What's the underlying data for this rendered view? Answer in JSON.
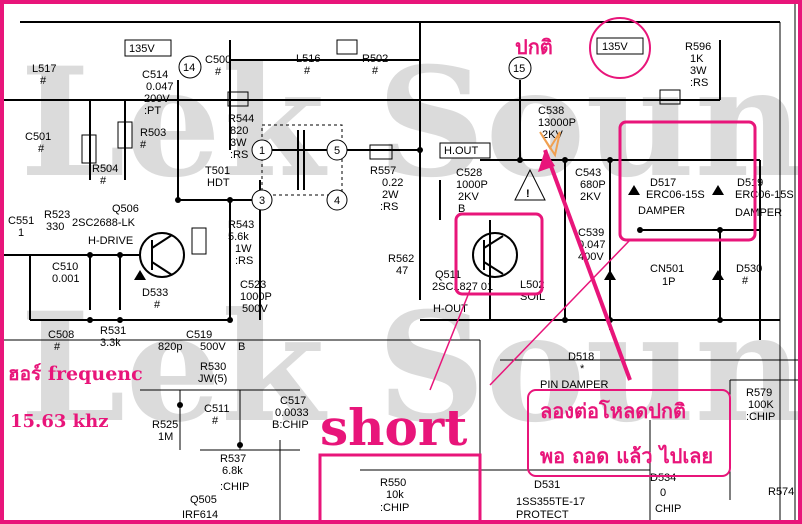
{
  "watermark": {
    "text": "Lek Sound"
  },
  "voltage_tags": [
    "135V",
    "135V"
  ],
  "signal_tags": [
    "H.OUT"
  ],
  "components": {
    "L517": [
      "L517",
      "#"
    ],
    "C501": [
      "C501",
      "#"
    ],
    "R504": [
      "R504",
      "#"
    ],
    "R503": [
      "R503",
      "#"
    ],
    "C514": [
      "C514",
      "0.047",
      "200V",
      ":PT"
    ],
    "C500": [
      "C500",
      "#"
    ],
    "L516": [
      "L516",
      "#"
    ],
    "R502": [
      "R502",
      "#"
    ],
    "R544": [
      "R544",
      "820",
      "3W",
      ":RS"
    ],
    "T501": [
      "T501",
      "HDT"
    ],
    "R543": [
      "R543",
      "5.6k",
      "1W",
      ":RS"
    ],
    "Q506": [
      "Q506",
      "2SC2688-LK",
      "H-DRIVE"
    ],
    "C551": [
      "C551",
      "1"
    ],
    "R523": [
      "R523",
      "330"
    ],
    "C510": [
      "C510",
      "0.001"
    ],
    "D533": [
      "D533",
      "#"
    ],
    "C508": [
      "C508",
      "#"
    ],
    "R531": [
      "R531",
      "3.3k"
    ],
    "C519": [
      "C519",
      "820p",
      "500V",
      "B"
    ],
    "C523": [
      "C523",
      "1000P",
      "500V"
    ],
    "R557": [
      "R557",
      "0.22",
      "2W",
      ":RS"
    ],
    "R562": [
      "R562",
      "47"
    ],
    "C528": [
      "C528",
      "1000P",
      "2KV",
      "B"
    ],
    "C538": [
      "C538",
      "13000P",
      "2KV"
    ],
    "Q511": [
      "Q511",
      "2SC1827 01",
      "H-OUT"
    ],
    "C543": [
      "C543",
      "680P",
      "2KV"
    ],
    "C539": [
      "C539",
      "0.047",
      "400V"
    ],
    "L502": [
      "L502",
      "SOIL"
    ],
    "D517": [
      "D517",
      "ERC06-15S",
      "DAMPER"
    ],
    "D519": [
      "D519",
      "ERC06-15S",
      "DAMPER"
    ],
    "CN501": [
      "CN501",
      "1P"
    ],
    "D530": [
      "D530",
      "#"
    ],
    "D518": [
      "D518",
      "*",
      "PIN DAMPER"
    ],
    "R596": [
      "R596",
      "1K",
      "3W",
      ":RS"
    ],
    "R530": [
      "R530",
      "JW(5)"
    ],
    "C511": [
      "C511",
      "#"
    ],
    "C517": [
      "C517",
      "0.0033",
      "B:CHIP"
    ],
    "R525": [
      "R525",
      "1M"
    ],
    "R537": [
      "R537",
      "6.8k",
      ":CHIP"
    ],
    "Q505": [
      "Q505",
      "IRF614"
    ],
    "R550": [
      "R550",
      "10k",
      ":CHIP"
    ],
    "D531": [
      "D531",
      "1SS355TE-17",
      "PROTECT"
    ],
    "D534": [
      "D534",
      "0",
      "CHIP"
    ],
    "R579": [
      "R579",
      "100K",
      ":CHIP"
    ],
    "R574": [
      "R574"
    ]
  },
  "pins": [
    "14",
    "15",
    "1",
    "5",
    "3",
    "4"
  ],
  "annotations": {
    "normal": "ปกติ",
    "freq_label": "ฮอร์ frequenc",
    "freq_value": "15.63 khz",
    "short": "short",
    "note_line1": "ลองต่อโหลดปกติ",
    "note_line2": "พอ ถอด แล้ว ไปเลย"
  },
  "colors": {
    "annotation": "#e8157a",
    "wire": "#000000",
    "watermark": "#d8d8d8"
  }
}
